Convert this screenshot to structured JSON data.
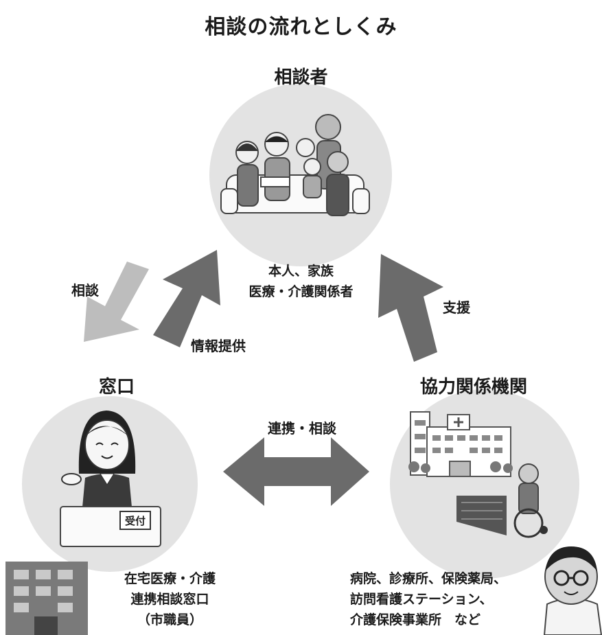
{
  "title": "相談の流れとしくみ",
  "nodes": {
    "top": {
      "label": "相談者",
      "desc_lines": [
        "本人、家族",
        "医療・介護関係者"
      ]
    },
    "left": {
      "label": "窓口",
      "desc_lines": [
        "在宅医療・介護",
        "連携相談窓口",
        "（市職員）"
      ],
      "sign": "受付"
    },
    "right": {
      "label": "協力関係機関",
      "desc_lines": [
        "病院、診療所、保険薬局、",
        "訪問看護ステーション、",
        "介護保険事業所　など"
      ]
    }
  },
  "arrows": {
    "consult": "相談",
    "info": "情報提供",
    "support": "支援",
    "collab": "連携・相談"
  },
  "colors": {
    "circle": "#e3e3e3",
    "arrow_dark": "#6b6b6b",
    "arrow_light": "#bdbdbd",
    "text": "#1a1a1a"
  },
  "icons": [
    "family-illustration",
    "receptionist-illustration",
    "hospital-illustration",
    "wheelchair-user-illustration",
    "doctor-illustration",
    "office-building-icon"
  ]
}
